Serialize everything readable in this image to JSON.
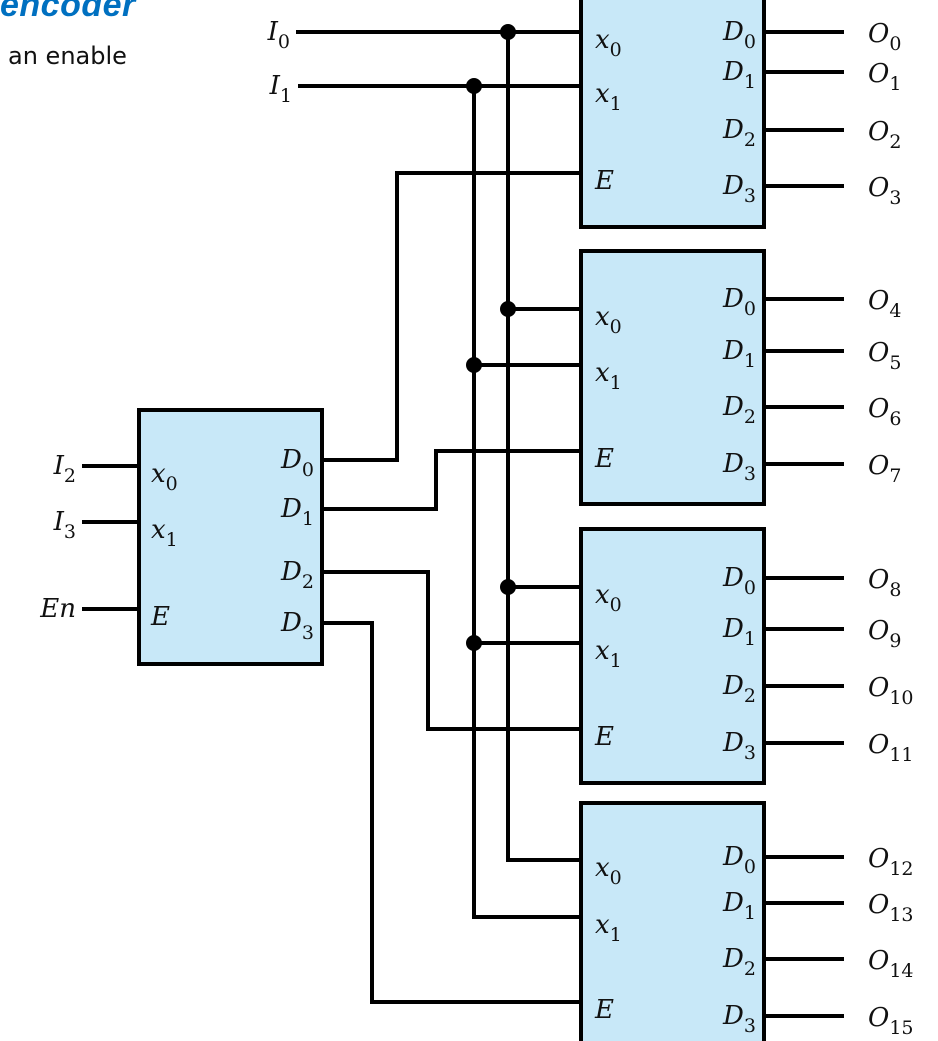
{
  "slide": {
    "title": "encoder",
    "subtitle": "an enable"
  },
  "diagram": {
    "type": "2-to-4 decoder tree forming a 4-to-16 decoder",
    "colors": {
      "box_fill": "#c8e8f8",
      "title": "#0070c0",
      "wire": "#000000"
    },
    "enable_decoder": {
      "inputs": [
        {
          "label": "I",
          "sub": "2",
          "pin": "x",
          "pin_sub": "0"
        },
        {
          "label": "I",
          "sub": "3",
          "pin": "x",
          "pin_sub": "1"
        },
        {
          "label": "En",
          "sub": "",
          "pin": "E",
          "pin_sub": ""
        }
      ],
      "outputs": [
        {
          "pin": "D",
          "pin_sub": "0"
        },
        {
          "pin": "D",
          "pin_sub": "1"
        },
        {
          "pin": "D",
          "pin_sub": "2"
        },
        {
          "pin": "D",
          "pin_sub": "3"
        }
      ]
    },
    "shared_inputs": [
      {
        "label": "I",
        "sub": "0"
      },
      {
        "label": "I",
        "sub": "1"
      }
    ],
    "decoders": [
      {
        "inputs": [
          {
            "pin": "x",
            "pin_sub": "0"
          },
          {
            "pin": "x",
            "pin_sub": "1"
          },
          {
            "pin": "E",
            "pin_sub": ""
          }
        ],
        "outputs": [
          {
            "pin": "D",
            "pin_sub": "0",
            "label": "O",
            "sub": "0"
          },
          {
            "pin": "D",
            "pin_sub": "1",
            "label": "O",
            "sub": "1"
          },
          {
            "pin": "D",
            "pin_sub": "2",
            "label": "O",
            "sub": "2"
          },
          {
            "pin": "D",
            "pin_sub": "3",
            "label": "O",
            "sub": "3"
          }
        ]
      },
      {
        "inputs": [
          {
            "pin": "x",
            "pin_sub": "0"
          },
          {
            "pin": "x",
            "pin_sub": "1"
          },
          {
            "pin": "E",
            "pin_sub": ""
          }
        ],
        "outputs": [
          {
            "pin": "D",
            "pin_sub": "0",
            "label": "O",
            "sub": "4"
          },
          {
            "pin": "D",
            "pin_sub": "1",
            "label": "O",
            "sub": "5"
          },
          {
            "pin": "D",
            "pin_sub": "2",
            "label": "O",
            "sub": "6"
          },
          {
            "pin": "D",
            "pin_sub": "3",
            "label": "O",
            "sub": "7"
          }
        ]
      },
      {
        "inputs": [
          {
            "pin": "x",
            "pin_sub": "0"
          },
          {
            "pin": "x",
            "pin_sub": "1"
          },
          {
            "pin": "E",
            "pin_sub": ""
          }
        ],
        "outputs": [
          {
            "pin": "D",
            "pin_sub": "0",
            "label": "O",
            "sub": "8"
          },
          {
            "pin": "D",
            "pin_sub": "1",
            "label": "O",
            "sub": "9"
          },
          {
            "pin": "D",
            "pin_sub": "2",
            "label": "O",
            "sub": "10"
          },
          {
            "pin": "D",
            "pin_sub": "3",
            "label": "O",
            "sub": "11"
          }
        ]
      },
      {
        "inputs": [
          {
            "pin": "x",
            "pin_sub": "0"
          },
          {
            "pin": "x",
            "pin_sub": "1"
          },
          {
            "pin": "E",
            "pin_sub": ""
          }
        ],
        "outputs": [
          {
            "pin": "D",
            "pin_sub": "0",
            "label": "O",
            "sub": "12"
          },
          {
            "pin": "D",
            "pin_sub": "1",
            "label": "O",
            "sub": "13"
          },
          {
            "pin": "D",
            "pin_sub": "2",
            "label": "O",
            "sub": "14"
          },
          {
            "pin": "D",
            "pin_sub": "3",
            "label": "O",
            "sub": "15"
          }
        ]
      }
    ]
  }
}
